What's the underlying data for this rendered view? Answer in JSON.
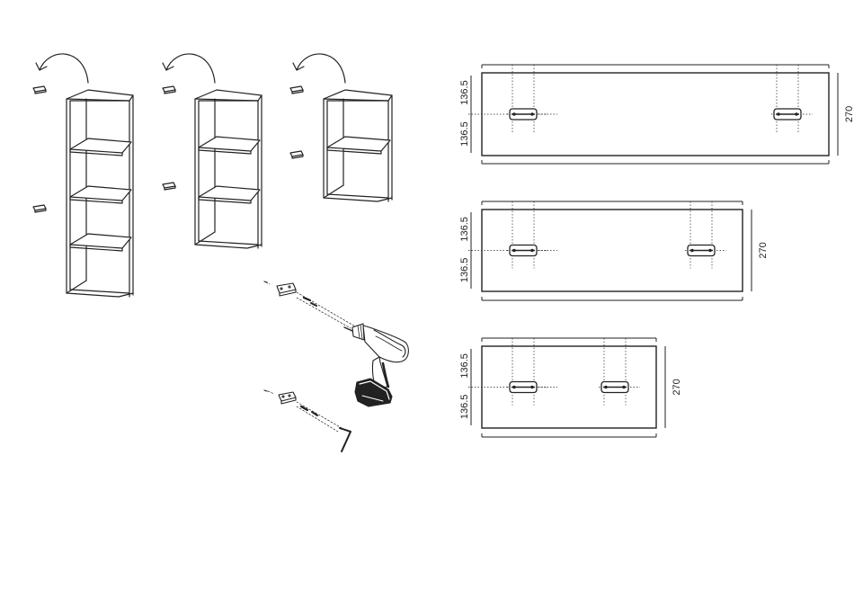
{
  "colors": {
    "line": "#222222",
    "panel_fill": "#ffffff",
    "guide": "#555555"
  },
  "cabinets": [
    {
      "id": "tall",
      "shelves": 4
    },
    {
      "id": "medium",
      "shelves": 3
    },
    {
      "id": "short",
      "shelves": 2
    }
  ],
  "tools": [
    "cordless-drill-icon",
    "hex-key-icon",
    "wall-bracket-icon",
    "screw-icon",
    "rotate-arrow-icon"
  ],
  "dimensions": {
    "panel_1": {
      "upper_offset": "136.5",
      "lower_offset": "136.5",
      "height": "270"
    },
    "panel_2": {
      "upper_offset": "136.5",
      "lower_offset": "136.5",
      "height": "270"
    },
    "panel_3": {
      "upper_offset": "136.5",
      "lower_offset": "136.5",
      "height": "270"
    }
  }
}
